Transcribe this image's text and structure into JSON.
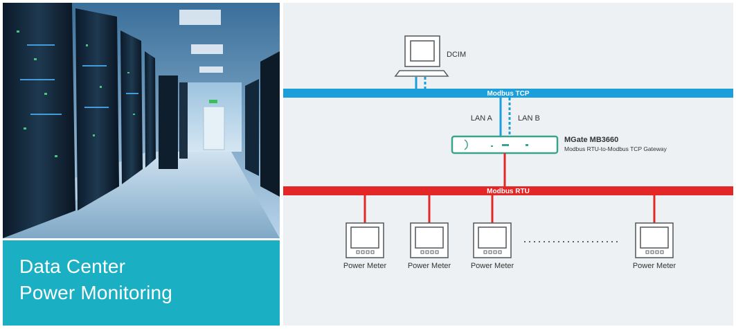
{
  "caption": {
    "line1": "Data Center",
    "line2": "Power Monitoring"
  },
  "diagram": {
    "dcim_label": "DCIM",
    "top_bus_label": "Modbus TCP",
    "lan_a_label": "LAN A",
    "lan_b_label": "LAN B",
    "gateway_name": "MGate MB3660",
    "gateway_description": "Modbus RTU-to-Modbus TCP Gateway",
    "bottom_bus_label": "Modbus RTU",
    "meters": [
      {
        "label": "Power Meter"
      },
      {
        "label": "Power Meter"
      },
      {
        "label": "Power Meter"
      },
      {
        "label": "Power Meter"
      }
    ]
  },
  "colors": {
    "tcp_bus": "#1a9fdb",
    "rtu_bus": "#e32726",
    "caption_bg": "#1bafc4",
    "diagram_bg": "#edf1f3",
    "gateway": "#3aa38c"
  },
  "icons": [
    "computer-icon",
    "gateway-device-icon",
    "power-meter-icon"
  ]
}
